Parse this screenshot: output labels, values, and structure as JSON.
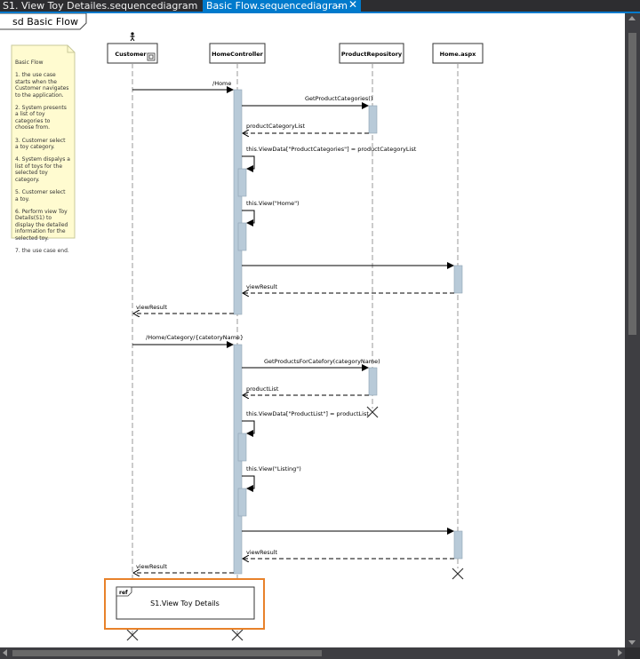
{
  "tabs": [
    {
      "label": "S1. View Toy Detailes.sequencediagram",
      "active": false
    },
    {
      "label": "Basic Flow.sequencediagram",
      "active": true
    }
  ],
  "frame_title": "sd Basic Flow",
  "note": {
    "title": "Basic Flow",
    "lines": [
      "1. the use case starts when the Customer navigates to the application.",
      "2. System presents a list of toy categories to choose from.",
      "3. Customer select a toy category.",
      "4. System dispalys a list of toys for the selected toy category.",
      "5. Customer select a toy.",
      "6. Perform view Toy Details(S1) to display the detailed information for the selected toy.",
      "7. the use case end."
    ]
  },
  "lifelines": [
    {
      "name": "Customer"
    },
    {
      "name": "HomeController"
    },
    {
      "name": "ProductRepository"
    },
    {
      "name": "Home.aspx"
    }
  ],
  "messages": [
    {
      "label": "/Home"
    },
    {
      "label": "GetProductCategories()"
    },
    {
      "label": "productCategoryList"
    },
    {
      "label": "this.ViewData[\"ProductCategories\"] = productCategoryList"
    },
    {
      "label": "this.View(\"Home\")"
    },
    {
      "label": ""
    },
    {
      "label": "viewResult"
    },
    {
      "label": "viewResult"
    },
    {
      "label": "/Home/Category/{catetoryName}"
    },
    {
      "label": "GetProductsForCatefory(categoryName)"
    },
    {
      "label": "productList"
    },
    {
      "label": "this.ViewData[\"ProductList\"] = productList"
    },
    {
      "label": "this.View(\"Listing\")"
    },
    {
      "label": ""
    },
    {
      "label": "viewResult"
    },
    {
      "label": "viewResult"
    }
  ],
  "ref": {
    "tag": "ref",
    "label": "S1.View Toy Details"
  },
  "colors": {
    "accent": "#007acc",
    "activation": "#b8cad8",
    "note": "#fffbd0",
    "selection": "#e8822a"
  }
}
